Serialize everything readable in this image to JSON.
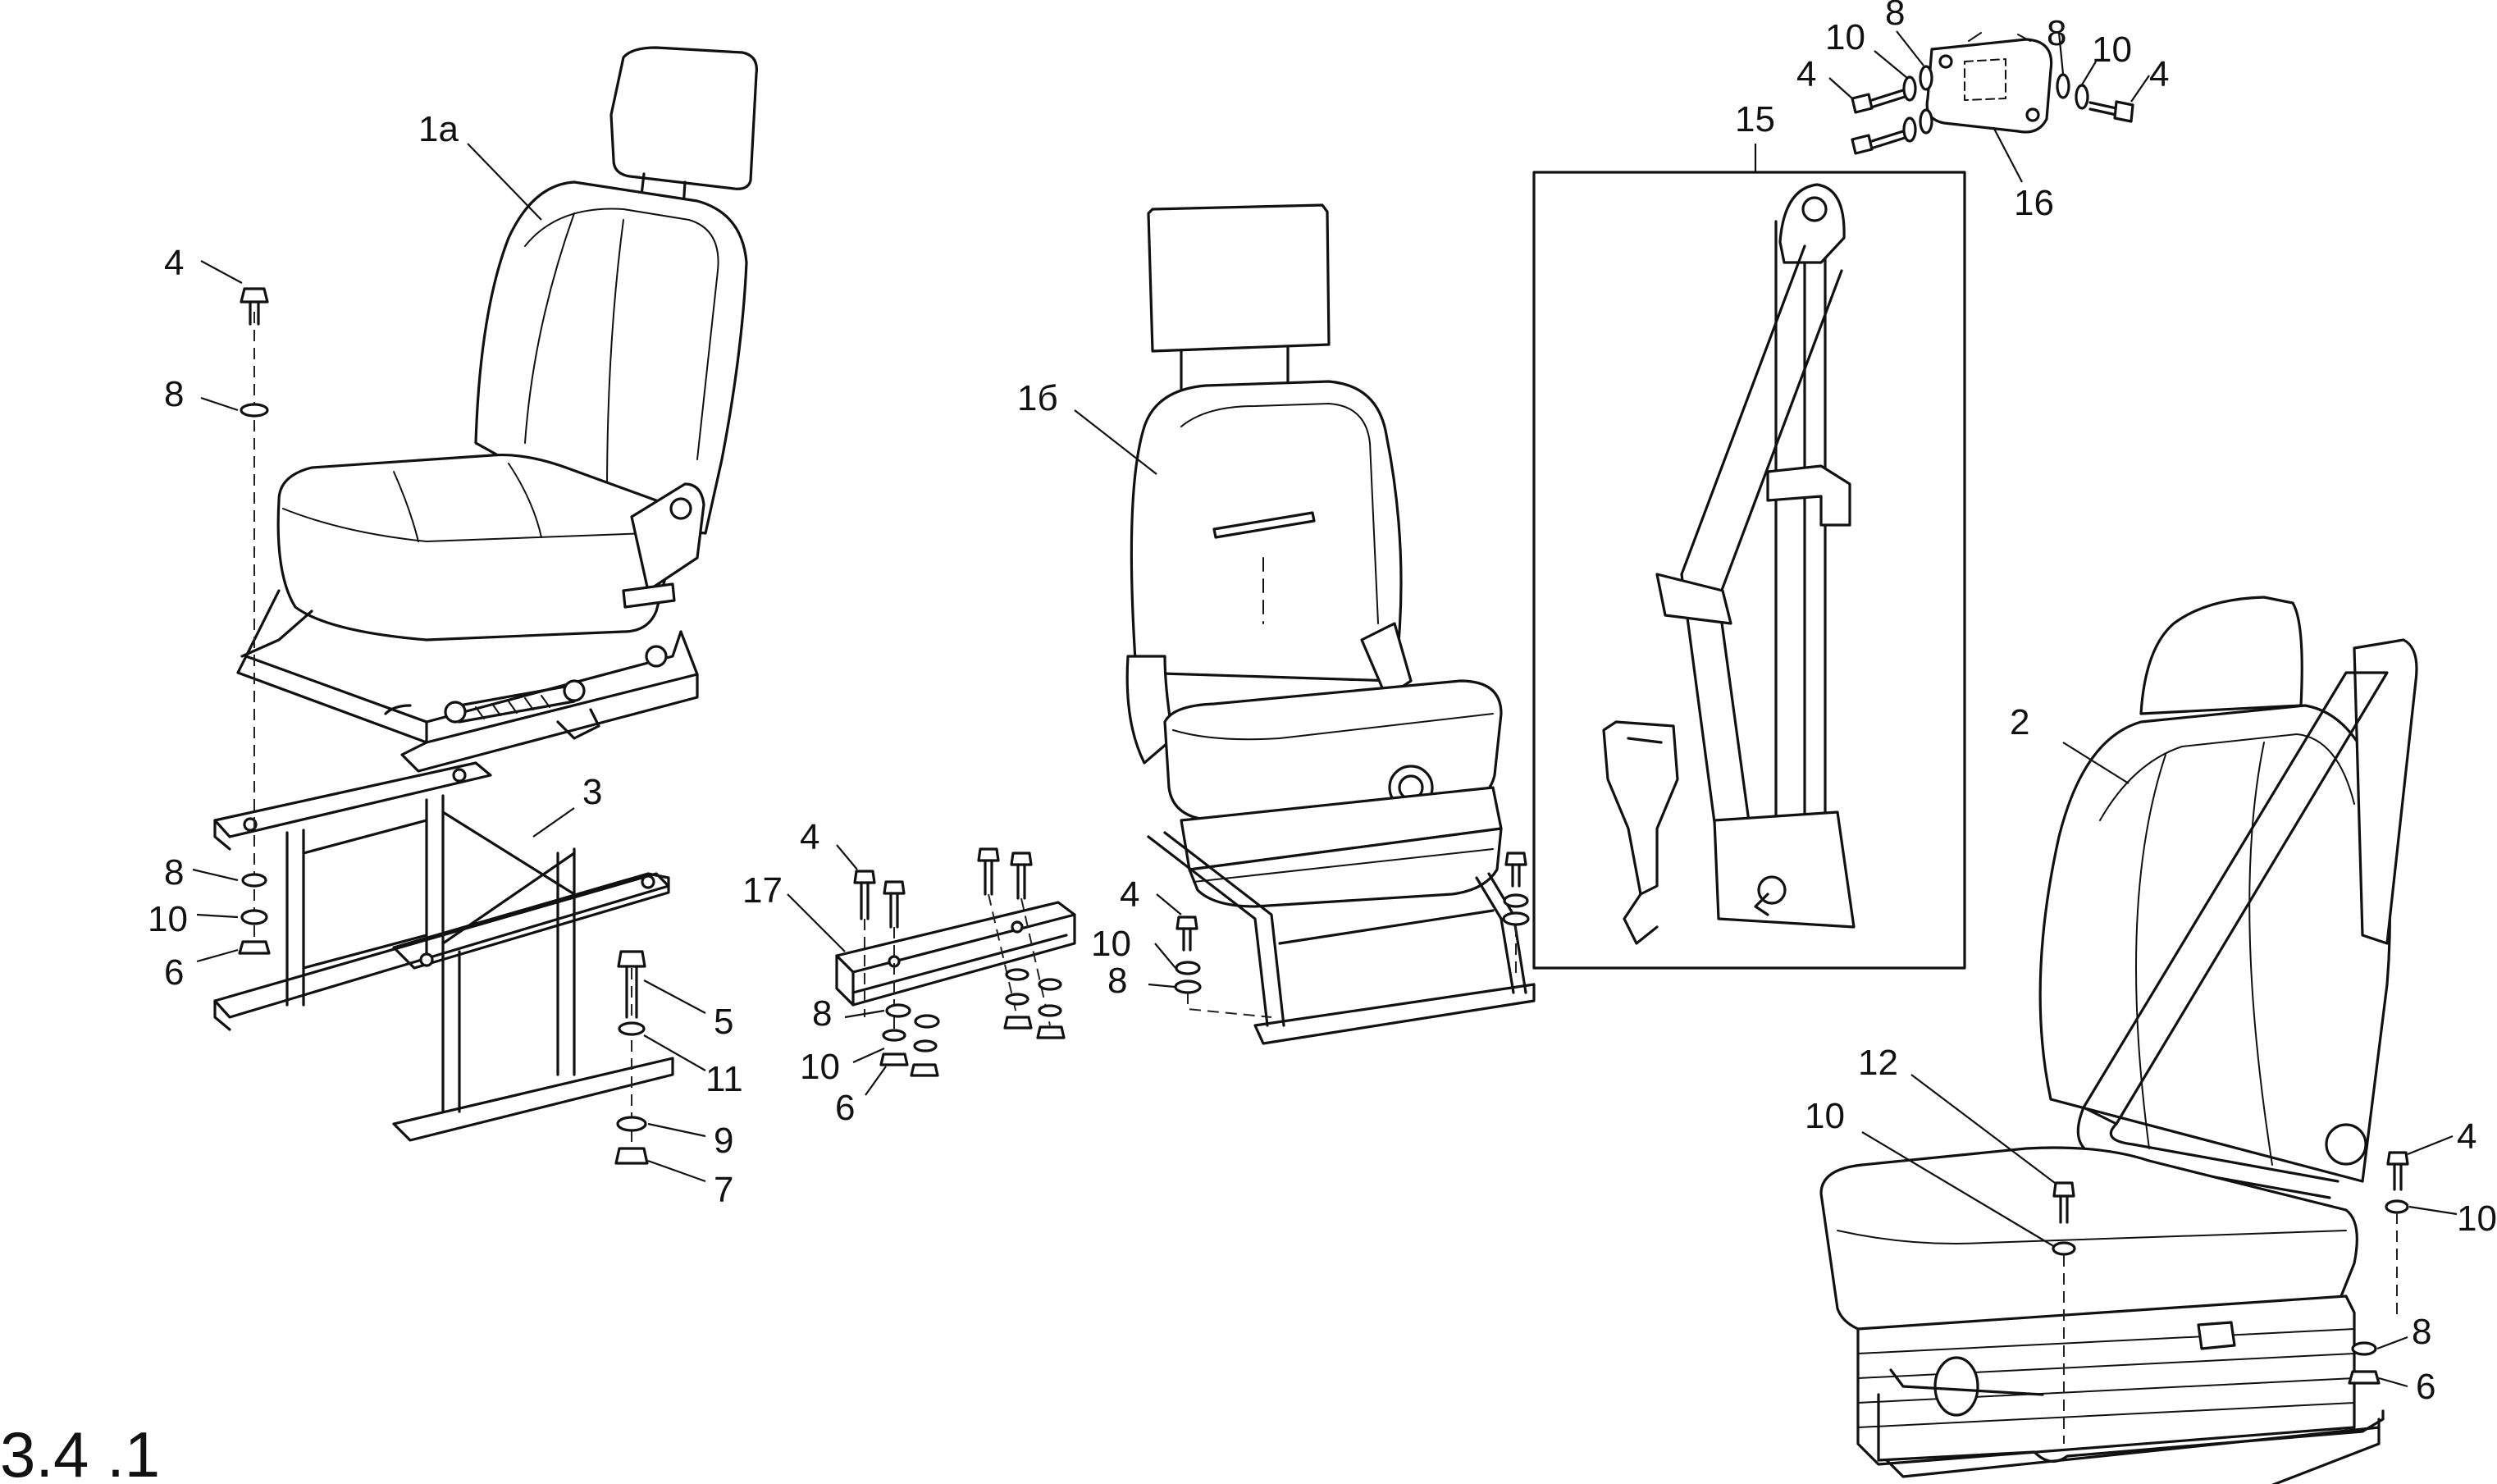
{
  "figure": {
    "number": "3.4 .1"
  },
  "callouts": [
    {
      "id": "c-1a",
      "text": "1a"
    },
    {
      "id": "c-16b",
      "text": "1б"
    },
    {
      "id": "c-2",
      "text": "2"
    },
    {
      "id": "c-3",
      "text": "3"
    },
    {
      "id": "c-4a",
      "text": "4"
    },
    {
      "id": "c-4b",
      "text": "4"
    },
    {
      "id": "c-4c",
      "text": "4"
    },
    {
      "id": "c-4d",
      "text": "4"
    },
    {
      "id": "c-4e",
      "text": "4"
    },
    {
      "id": "c-4f",
      "text": "4"
    },
    {
      "id": "c-5",
      "text": "5"
    },
    {
      "id": "c-6a",
      "text": "6"
    },
    {
      "id": "c-6b",
      "text": "6"
    },
    {
      "id": "c-6c",
      "text": "6"
    },
    {
      "id": "c-7",
      "text": "7"
    },
    {
      "id": "c-8a",
      "text": "8"
    },
    {
      "id": "c-8b",
      "text": "8"
    },
    {
      "id": "c-8c",
      "text": "8"
    },
    {
      "id": "c-8d",
      "text": "8"
    },
    {
      "id": "c-8e",
      "text": "8"
    },
    {
      "id": "c-8f",
      "text": "8"
    },
    {
      "id": "c-8g",
      "text": "8"
    },
    {
      "id": "c-9",
      "text": "9"
    },
    {
      "id": "c-10a",
      "text": "10"
    },
    {
      "id": "c-10b",
      "text": "10"
    },
    {
      "id": "c-10c",
      "text": "10"
    },
    {
      "id": "c-10d",
      "text": "10"
    },
    {
      "id": "c-10e",
      "text": "10"
    },
    {
      "id": "c-10f",
      "text": "10"
    },
    {
      "id": "c-10g",
      "text": "10"
    },
    {
      "id": "c-11",
      "text": "11"
    },
    {
      "id": "c-12",
      "text": "12"
    },
    {
      "id": "c-15",
      "text": "15"
    },
    {
      "id": "c-16",
      "text": "16"
    },
    {
      "id": "c-17",
      "text": "17"
    }
  ]
}
